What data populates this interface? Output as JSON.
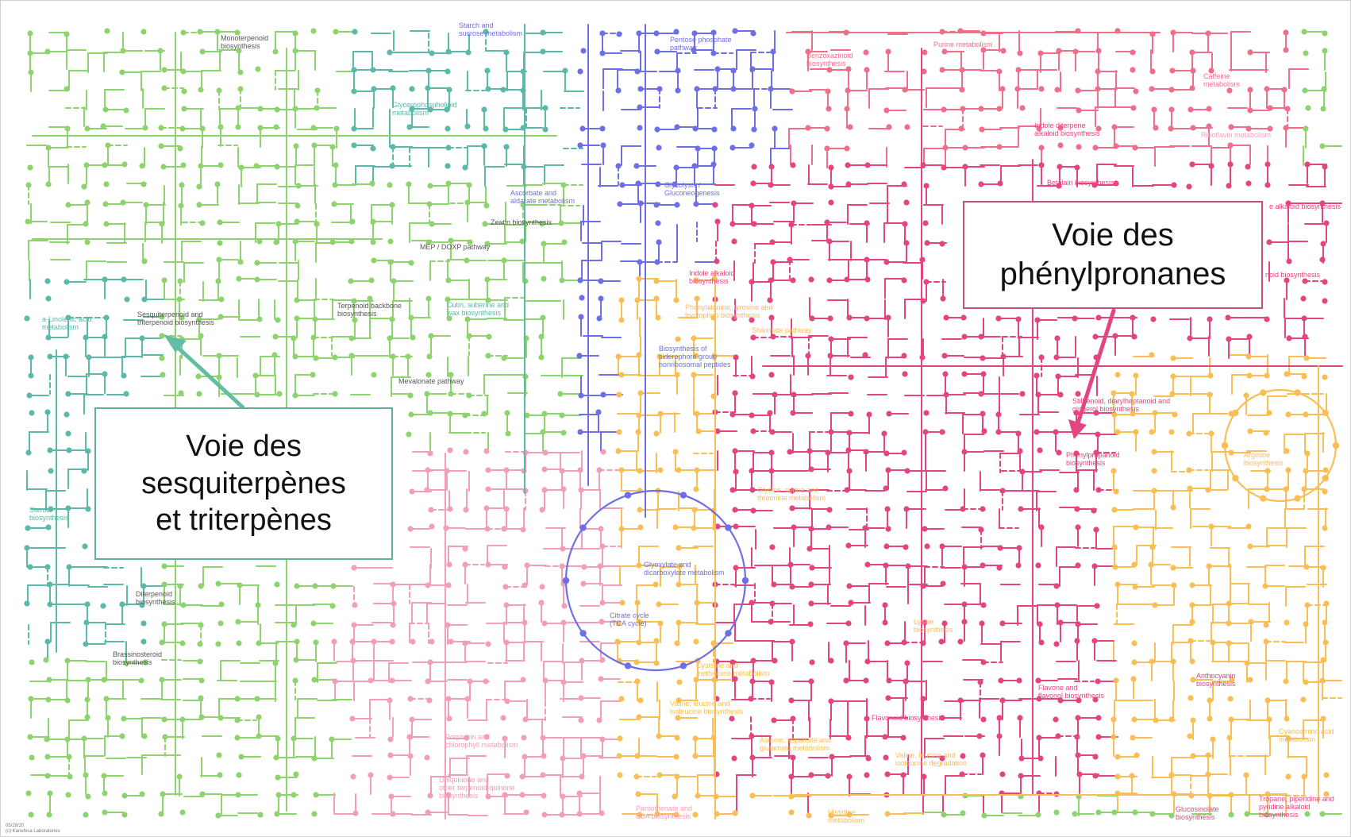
{
  "colors": {
    "terpenoid": "#8ed36e",
    "lipid": "#5cb8a8",
    "carbohydrate": "#6e6ee6",
    "cofactor": "#f29ebb",
    "amino_acid": "#f9be55",
    "secondary": "#e2457f",
    "nucleotide": "#ef6f8a",
    "arrow_sesqui": "#62bea3",
    "arrow_phenyl": "#e2457f"
  },
  "pathway_labels": [
    {
      "text": "Starch and\nsucrose metabolism",
      "group": "carbohydrate"
    },
    {
      "text": "Pentose phosphate\npathway",
      "group": "carbohydrate"
    },
    {
      "text": "Monoterpenoid\nbiosynthesis",
      "group": "terpenoid"
    },
    {
      "text": "Glycerophospholipid\nmetabolism",
      "group": "lipid"
    },
    {
      "text": "Benzoxazinoid\nbiosynthesis",
      "group": "nucleotide"
    },
    {
      "text": "Purine metabolism",
      "group": "nucleotide"
    },
    {
      "text": "Caffeine\nmetabolism",
      "group": "nucleotide"
    },
    {
      "text": "Indole diterpene\nalkaloid biosynthesis",
      "group": "secondary"
    },
    {
      "text": "Riboflavin metabolism",
      "group": "cofactor"
    },
    {
      "text": "Glycolysis /\nGluconeogenesis",
      "group": "carbohydrate"
    },
    {
      "text": "Ascorbate and\naldarate metabolism",
      "group": "carbohydrate"
    },
    {
      "text": "Zeatin biosynthesis",
      "group": "terpenoid"
    },
    {
      "text": "Betalain biosynthesis",
      "group": "secondary"
    },
    {
      "text": "e alkaloid biosynthesis",
      "group": "secondary"
    },
    {
      "text": "MEP / DOXP pathway",
      "group": "terpenoid"
    },
    {
      "text": "Indole alkaloid\nbiosynthesis",
      "group": "secondary"
    },
    {
      "text": "noid biosynthesis",
      "group": "secondary"
    },
    {
      "text": "Terpenoid backbone\nbiosynthesis",
      "group": "terpenoid"
    },
    {
      "text": "Cutin, suberine and\nwax biosynthesis",
      "group": "lipid"
    },
    {
      "text": "Phenylalanine, tyrosine and\ntryptophan biosynthesis",
      "group": "amino_acid"
    },
    {
      "text": "Shikimate pathway",
      "group": "amino_acid"
    },
    {
      "text": "a-Linolenic acid\nmetabolism",
      "group": "lipid"
    },
    {
      "text": "Sesquiterpenoid and\ntriterpenoid biosynthesis",
      "group": "terpenoid"
    },
    {
      "text": "Biosynthesis of\nsiderophore group\nnonribosomal peptides",
      "group": "carbohydrate"
    },
    {
      "text": "Mevalonate pathway",
      "group": "terpenoid"
    },
    {
      "text": "Stilbenoid, diarylheptanoid and\ngingerol biosynthesis",
      "group": "secondary"
    },
    {
      "text": "Phenylpropanoid\nbiosynthesis",
      "group": "secondary"
    },
    {
      "text": "Arginine\nbiosynthesis",
      "group": "amino_acid"
    },
    {
      "text": "Glycine, serine and\nthreonine metabolism",
      "group": "amino_acid"
    },
    {
      "text": "Steroid\nbiosynthesis",
      "group": "lipid"
    },
    {
      "text": "Glyoxylate and\ndicarboxylate metabolism",
      "group": "carbohydrate"
    },
    {
      "text": "Citrate cycle\n(TCA cycle)",
      "group": "carbohydrate"
    },
    {
      "text": "Diterpenoid\nbiosynthesis",
      "group": "terpenoid"
    },
    {
      "text": "Lysine\nbiosynthesis",
      "group": "amino_acid"
    },
    {
      "text": "Brassinosteroid\nbiosynthesis",
      "group": "terpenoid"
    },
    {
      "text": "Cysteine and\nmethionine metabolism",
      "group": "amino_acid"
    },
    {
      "text": "Anthocyanin\nbiosynthesis",
      "group": "secondary"
    },
    {
      "text": "Flavone and\nflavonol biosynthesis",
      "group": "secondary"
    },
    {
      "text": "Valine, leucine and\nisoleucine biosynthesis",
      "group": "amino_acid"
    },
    {
      "text": "Flavonoid biosynthesis",
      "group": "secondary"
    },
    {
      "text": "Cyanoamino acid\nmetabolism",
      "group": "amino_acid"
    },
    {
      "text": "Porphyrin and\nchlorophyll metabolism",
      "group": "cofactor"
    },
    {
      "text": "Alanine, aspartate and\nglutamate metabolism",
      "group": "amino_acid"
    },
    {
      "text": "Valine, leucine and\nisoleucine degradation",
      "group": "amino_acid"
    },
    {
      "text": "Ubiquinone and\nother terpenoid-quinone\nbiosynthesis",
      "group": "cofactor"
    },
    {
      "text": "Pantothenate and\nCoA biosynthesis",
      "group": "cofactor"
    },
    {
      "text": "Histidine\nmetabolism",
      "group": "amino_acid"
    },
    {
      "text": "Glucosinolate\nbiosynthesis",
      "group": "secondary"
    },
    {
      "text": "Tropane, piperidine and\npyridine alkaloid\nbiosynthesis",
      "group": "secondary"
    }
  ],
  "callouts": {
    "sesqui": {
      "line1": "Voie des",
      "line2": "sesquiterpènes",
      "line3": "et triterpènes"
    },
    "phenyl": {
      "line1": "Voie des",
      "line2": "phénylpronanes"
    }
  },
  "credit": {
    "line1": "05/28/20",
    "line2": "(c) Kanehisa Laboratories"
  }
}
